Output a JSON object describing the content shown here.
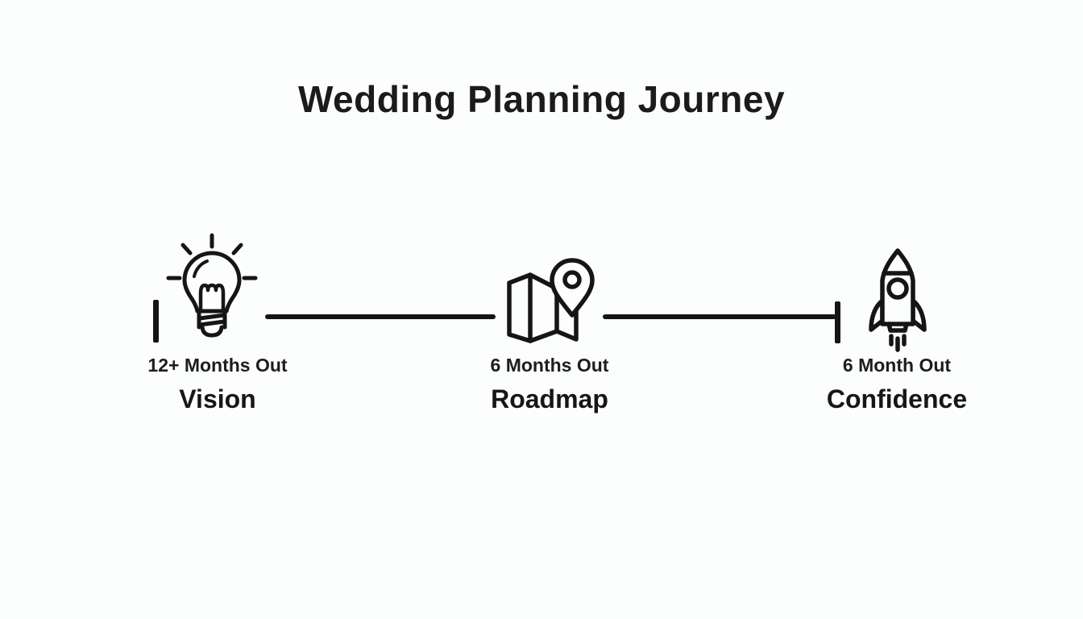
{
  "title": "Wedding Planning Journey",
  "colors": {
    "background": "#fcfdfd",
    "ink": "#151516"
  },
  "timeline": {
    "milestones": [
      {
        "icon": "lightbulb-icon",
        "timeframe": "12+ Months Out",
        "label": "Vision"
      },
      {
        "icon": "map-icon",
        "timeframe": "6 Months Out",
        "label": "Roadmap"
      },
      {
        "icon": "rocket-icon",
        "timeframe": "6 Month Out",
        "label": "Confidence"
      }
    ]
  }
}
